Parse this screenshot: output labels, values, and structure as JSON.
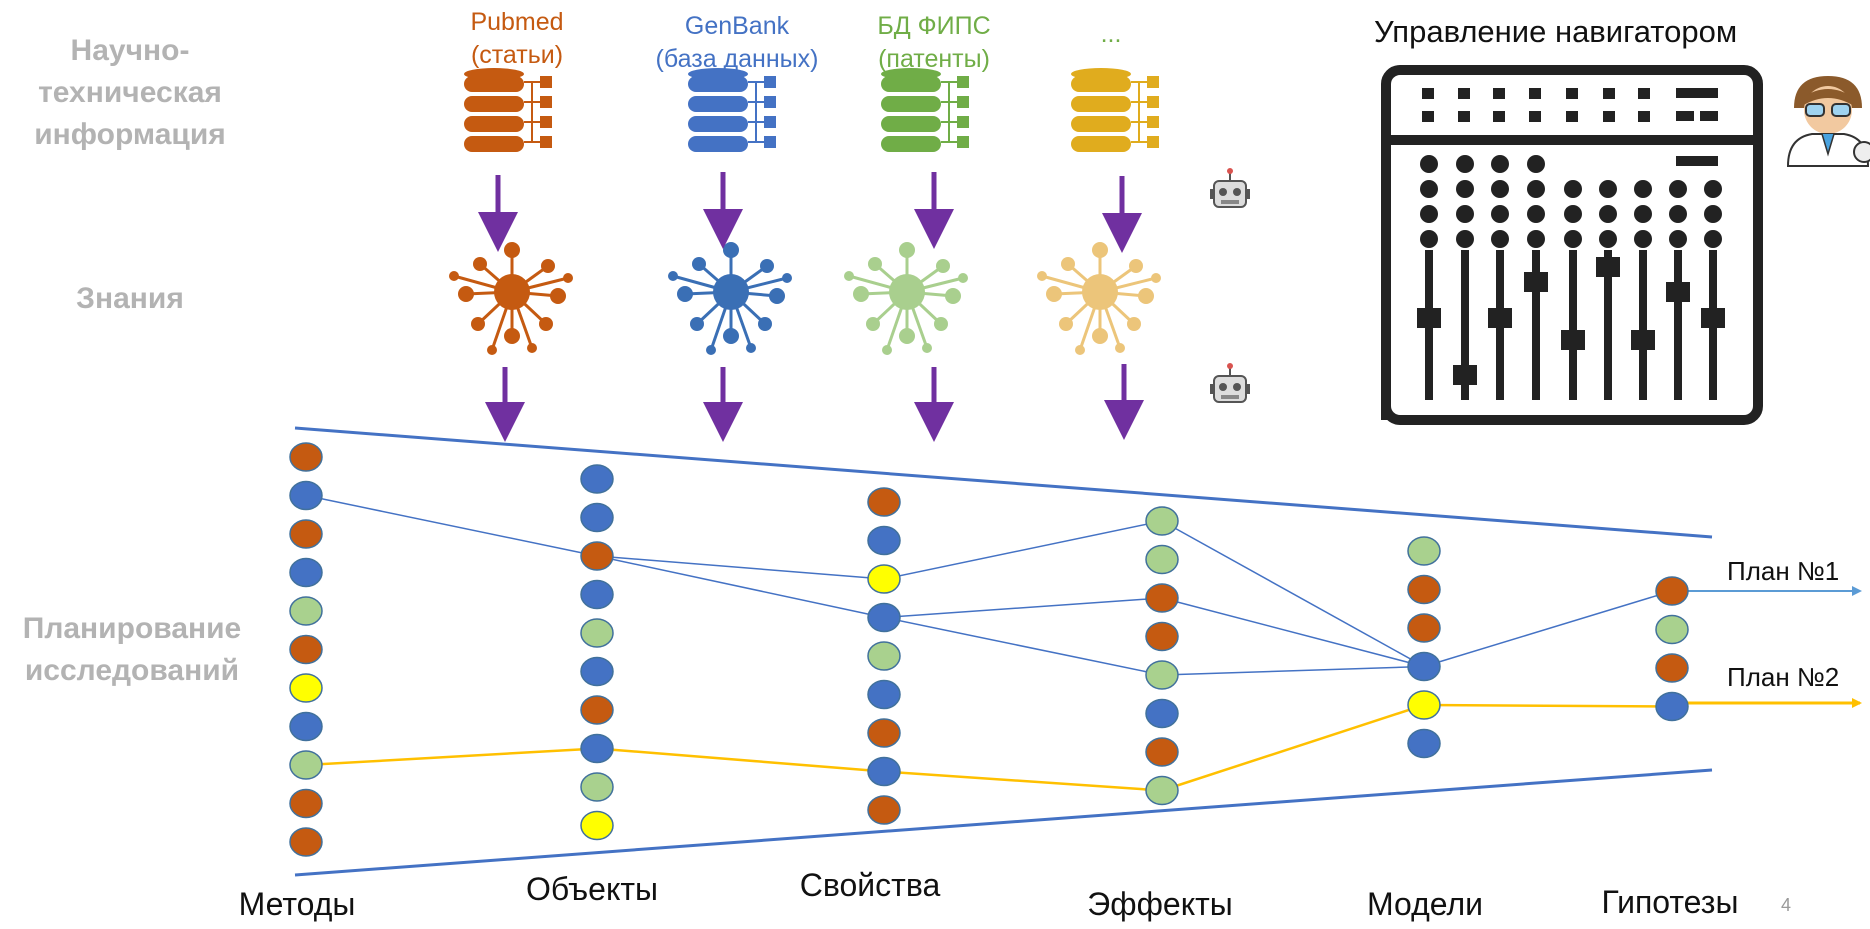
{
  "row_labels": {
    "info": "Научно-\nтехническая\nинформация",
    "knowledge": "Знания",
    "planning": "Планирование\nисследований"
  },
  "sources": [
    {
      "name": "Pubmed",
      "sub": "(статьи)",
      "color": "#c55a11"
    },
    {
      "name": "GenBank",
      "sub": "(база данных)",
      "color": "#4472c4"
    },
    {
      "name": "БД ФИПС",
      "sub": "(патенты)",
      "color": "#70ad47"
    },
    {
      "name": "...",
      "sub": "",
      "color": "#e0ac1e"
    }
  ],
  "navigator_title": "Управление навигатором",
  "columns": [
    "Методы",
    "Объекты",
    "Свойства",
    "Эффекты",
    "Модели",
    "Гипотезы"
  ],
  "plans": {
    "plan1": "План №1",
    "plan2": "План №2"
  },
  "page_number": "4",
  "colors": {
    "orange": "#c55a11",
    "blue": "#4472c4",
    "green": "#a9d18e",
    "yellow": "#ffff00",
    "arrow": "#7030a0",
    "plan1_line": "#5b9bd5",
    "plan2_line": "#ffc000",
    "funnel": "#4472c4",
    "row_label": "#b3b3b3"
  },
  "node_columns": [
    [
      "orange",
      "blue",
      "orange",
      "blue",
      "green",
      "orange",
      "yellow",
      "blue",
      "green",
      "orange",
      "orange"
    ],
    [
      "blue",
      "blue",
      "orange",
      "blue",
      "green",
      "blue",
      "orange",
      "blue",
      "green",
      "yellow"
    ],
    [
      "orange",
      "blue",
      "yellow",
      "blue",
      "green",
      "blue",
      "orange",
      "blue",
      "orange"
    ],
    [
      "green",
      "green",
      "orange",
      "orange",
      "green",
      "blue",
      "orange",
      "green"
    ],
    [
      "green",
      "orange",
      "orange",
      "blue",
      "yellow",
      "blue"
    ],
    [
      "orange",
      "green",
      "orange",
      "blue"
    ]
  ],
  "plan1_path": [
    [
      0,
      1
    ],
    [
      1,
      2
    ],
    [
      2,
      3
    ],
    [
      3,
      4
    ],
    [
      4,
      3
    ],
    [
      5,
      0
    ]
  ],
  "plan1_branches": [
    [
      [
        1,
        2
      ],
      [
        2,
        2
      ]
    ],
    [
      [
        2,
        2
      ],
      [
        3,
        0
      ]
    ],
    [
      [
        3,
        0
      ],
      [
        4,
        3
      ]
    ],
    [
      [
        2,
        3
      ],
      [
        3,
        2
      ]
    ],
    [
      [
        3,
        2
      ],
      [
        4,
        3
      ]
    ]
  ],
  "plan2_path": [
    [
      0,
      8
    ],
    [
      1,
      7
    ],
    [
      2,
      7
    ],
    [
      3,
      7
    ],
    [
      4,
      4
    ],
    [
      5,
      3
    ]
  ]
}
